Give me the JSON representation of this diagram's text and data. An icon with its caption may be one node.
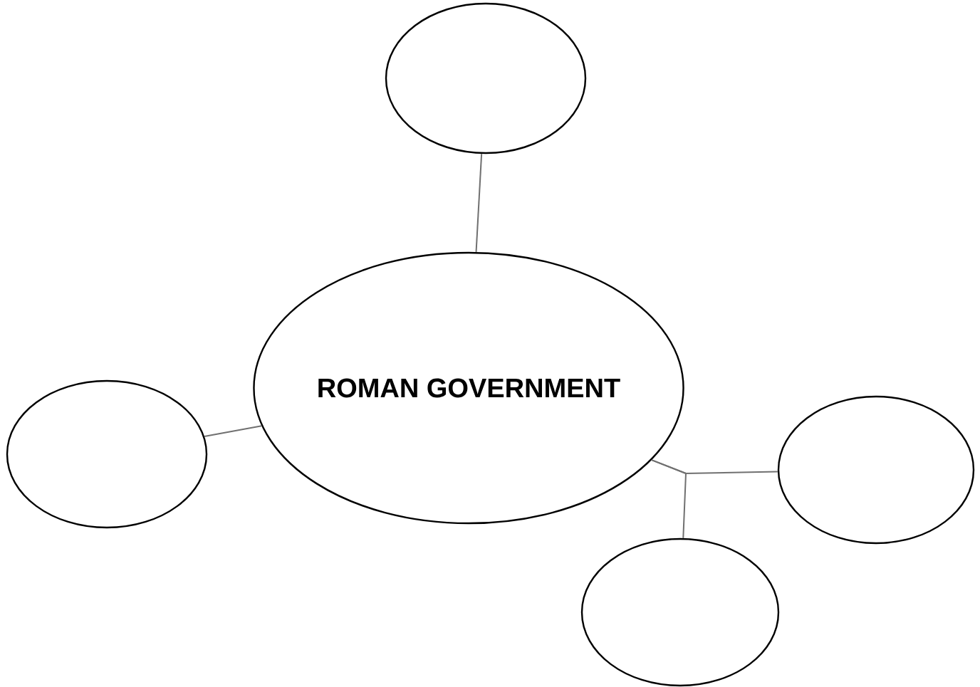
{
  "diagram": {
    "nodes": [
      {
        "text": [],
        "shape": "circle"
      },
      {
        "text": [
          "ROMAN GOVERNMENT"
        ]
      },
      {
        "text": [],
        "shape": "circle"
      },
      {
        "text": [],
        "shape": "circle"
      },
      {
        "text": [],
        "shape": "circle"
      }
    ],
    "edges": [
      {
        "from": 1,
        "to": 0,
        "arrow": "none"
      },
      {
        "from": 1,
        "to": 2,
        "arrow": "none"
      },
      {
        "from": 1,
        "to": 3,
        "arrow": "none"
      },
      {
        "from": 1,
        "to": 4,
        "arrow": "none"
      }
    ]
  }
}
